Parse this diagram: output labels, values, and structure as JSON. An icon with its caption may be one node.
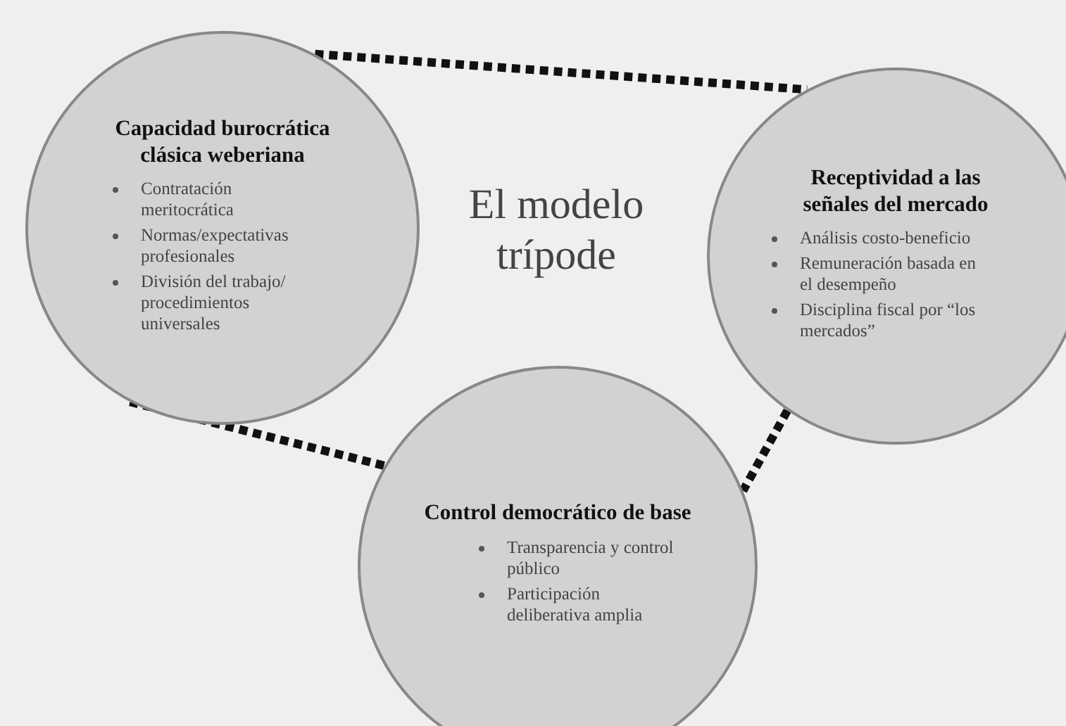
{
  "diagram": {
    "title": "El modelo trípode",
    "nodes": [
      {
        "text": [
          "Capacidad burocrática clásica weberiana",
          "Contratación meritocrática",
          "Normas/expectativas profesionales",
          "División del trabajo/ procedimientos universales"
        ]
      },
      {
        "text": [
          "Receptividad a las señales del mercado",
          "Análisis costo-beneficio",
          "Remuneración basada en el desempeño",
          "Disciplina fiscal por “los mercados”"
        ]
      },
      {
        "text": [
          "Control democrático de base",
          "Transparencia y control público",
          "Participación deliberativa amplia"
        ]
      }
    ],
    "edges": [
      {
        "from": 0,
        "to": 1,
        "arrow": "none",
        "style": "dashed"
      },
      {
        "from": 0,
        "to": 2,
        "arrow": "none",
        "style": "dashed"
      },
      {
        "from": 1,
        "to": 2,
        "arrow": "none",
        "style": "dashed"
      }
    ]
  }
}
